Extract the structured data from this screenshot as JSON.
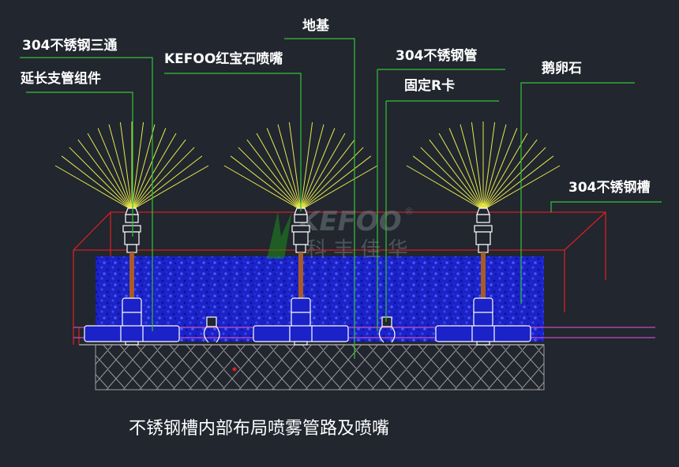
{
  "labels": {
    "tee": "304不锈钢三通",
    "extension": "延长支管组件",
    "nozzle": "KEFOO红宝石喷嘴",
    "foundation": "地基",
    "pipe": "304不锈钢管",
    "rclamp": "固定R卡",
    "pebble": "鹅卵石",
    "trough": "304不锈钢槽"
  },
  "watermark": {
    "brand": "KEFOO",
    "cn": "科 丰 佳 华",
    "reg": "®"
  },
  "caption": "不锈钢槽内部布局喷雾管路及喷嘴",
  "colors": {
    "background": "#21262f",
    "leader": "#36c236",
    "spray": "#e8e84a",
    "trough": "#d42020",
    "pebble": "#1a22c8",
    "pipe": "#a85b26",
    "fitting": "#ffffff",
    "foundation_line": "#a39f9f",
    "magenta": "#c050c0"
  }
}
